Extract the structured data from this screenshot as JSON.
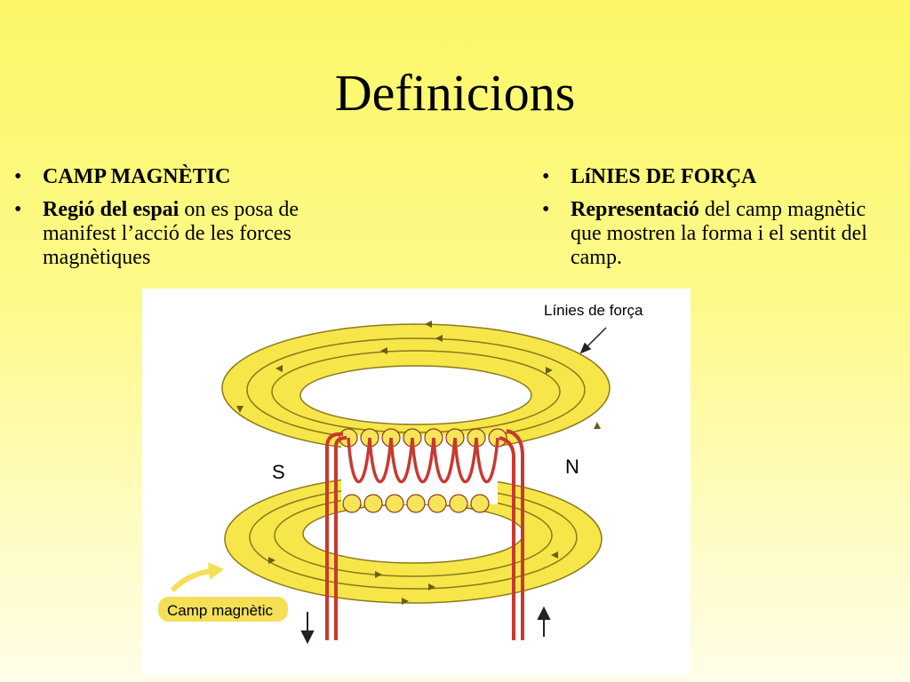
{
  "title": "Definicions",
  "left": {
    "heading": "CAMP MAGNÈTIC",
    "desc_bold": "Regió del espai",
    "desc_rest": " on es posa de manifest l’acció de les forces magnètiques"
  },
  "right": {
    "heading": "LíNIES DE FORÇA",
    "desc_bold": "Representació",
    "desc_rest": " del camp magnètic que mostren la forma i el sentit del camp."
  },
  "bullet_char": "•",
  "figure": {
    "label_lines": "Línies de força",
    "label_field": "Camp magnètic",
    "pole_s": "S",
    "pole_n": "N"
  },
  "colors": {
    "field_fill": "#f6e64a",
    "field_line": "#8a7a1a",
    "wire": "#c8392f",
    "label_highlight": "#f4df56"
  }
}
